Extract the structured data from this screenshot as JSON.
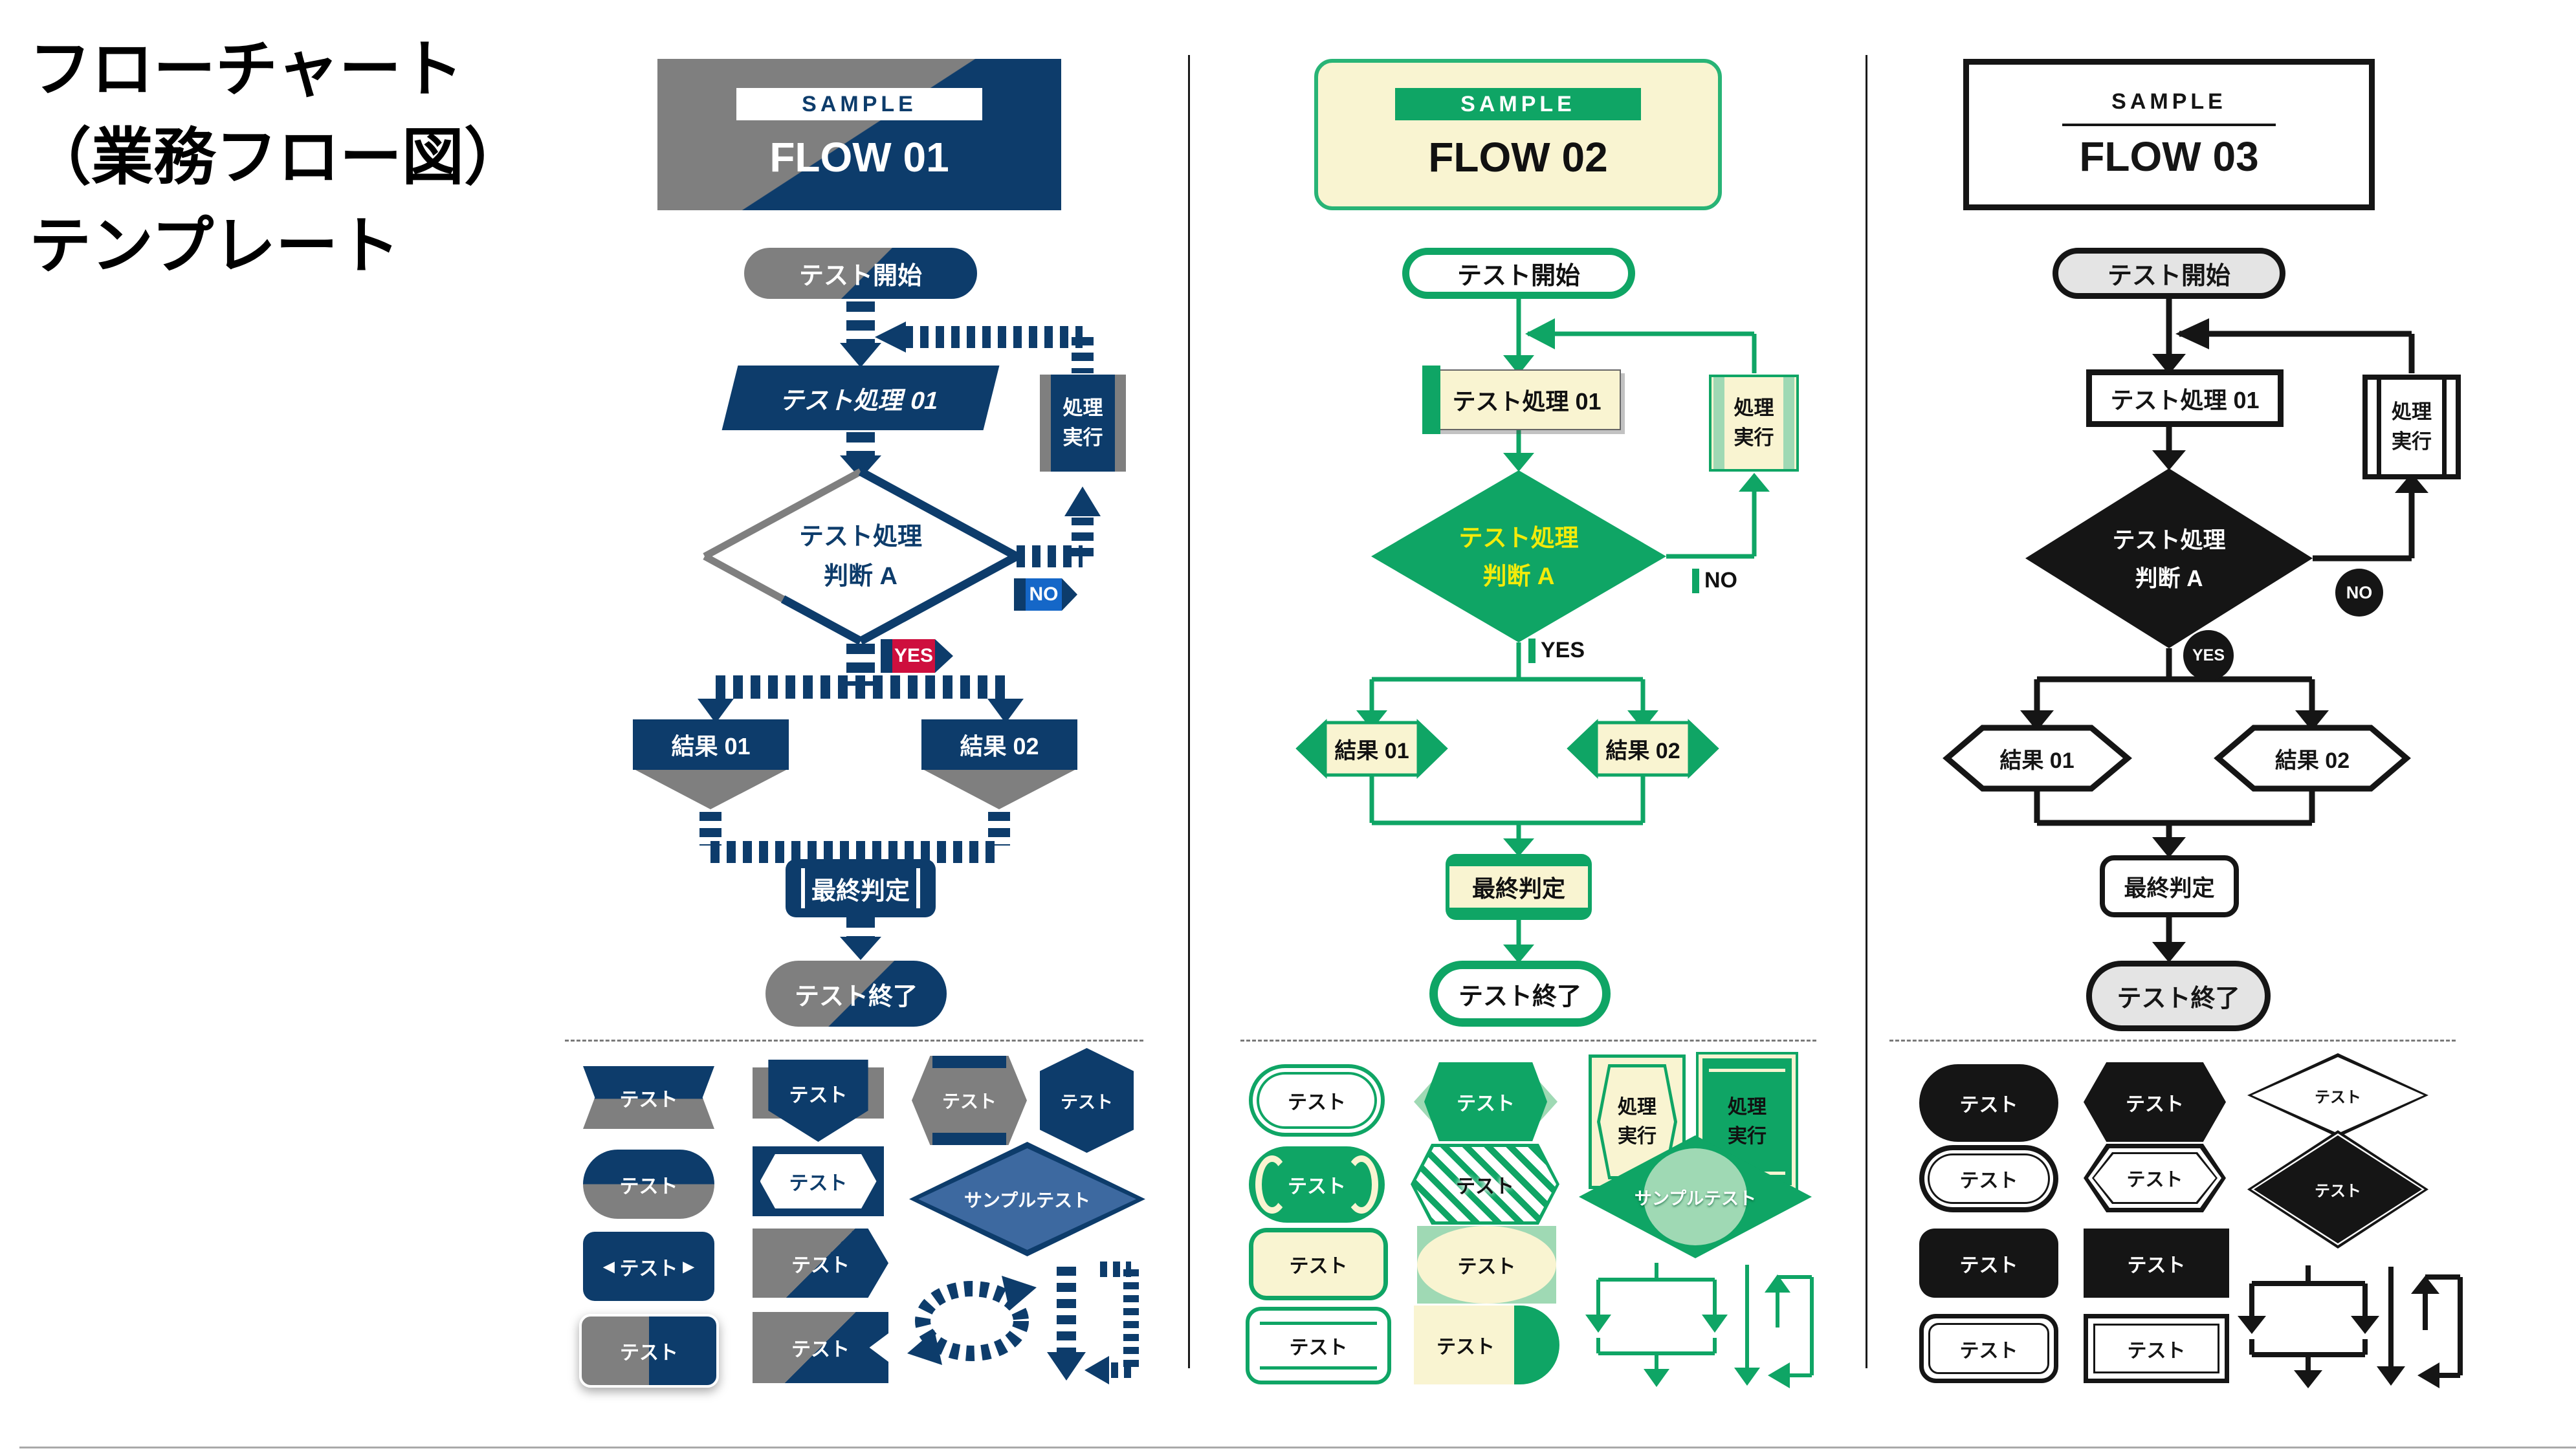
{
  "title": {
    "line1": "フローチャート",
    "line2": "（業務フロー図）",
    "line3": "テンプレート"
  },
  "flows": [
    {
      "title": "FLOW 01",
      "theme": "navy-gray"
    },
    {
      "title": "FLOW 02",
      "theme": "green-cream"
    },
    {
      "title": "FLOW 03",
      "theme": "black-white"
    }
  ],
  "shared": {
    "sample_badge": "SAMPLE",
    "start": "テスト開始",
    "process1": "テスト処理 01",
    "exec_line1": "処理",
    "exec_line2": "実行",
    "decision_line1": "テスト処理",
    "decision_line2": "判断 A",
    "no": "NO",
    "yes": "YES",
    "result1": "結果 01",
    "result2": "結果 02",
    "final": "最終判定",
    "end": "テスト終了",
    "test": "テスト",
    "sample_test": "サンプルテスト",
    "left_arrow_glyph": "◀",
    "right_arrow_glyph": "▶"
  },
  "colors": {
    "navy": "#0D3C6B",
    "gray": "#7F7F7F",
    "blue": "#1567C8",
    "red": "#CE0F3E",
    "green": "#0FA565",
    "green_border": "#28B476",
    "light_green": "#9FD9B4",
    "cream": "#F9F4D1",
    "yellow": "#F3EB0A",
    "black": "#151515",
    "light_gray": "#E4E4E4"
  }
}
